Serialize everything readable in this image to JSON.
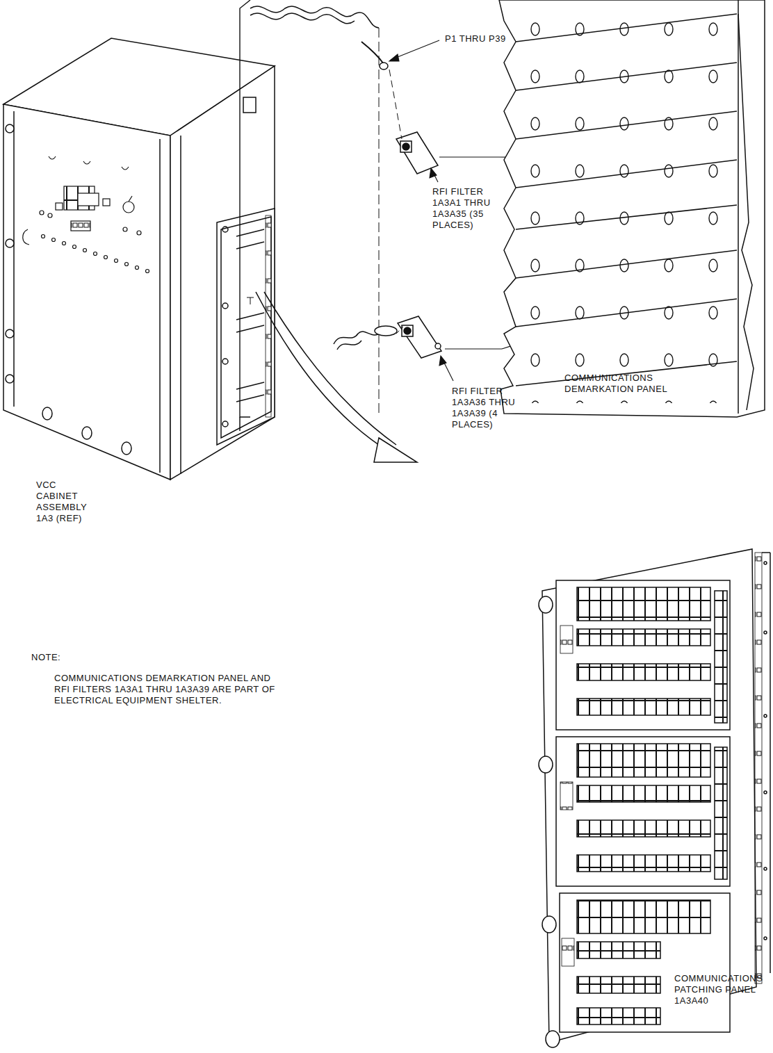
{
  "diagram": {
    "labels": [
      "P1 THRU P39",
      "RFI FILTER 1A3A1 THRU 1A3A35 (35 PLACES)",
      "COMMUNICATIONS DEMARKATION PANEL",
      "RFI FILTER 1A3A36 THRU 1A3A39 (4 PLACES)",
      "VCC CABINET ASSEMBLY 1A3 (REF)",
      "NOTE:",
      "COMMUNICATIONS DEMARKATION PANEL AND RFI FILTERS 1A3A1 THRU 1A3A39 ARE PART OF ELECTRICAL EQUIPMENT SHELTER.",
      "COMMUNICATIONS PATCHING PANEL 1A3A40"
    ]
  }
}
